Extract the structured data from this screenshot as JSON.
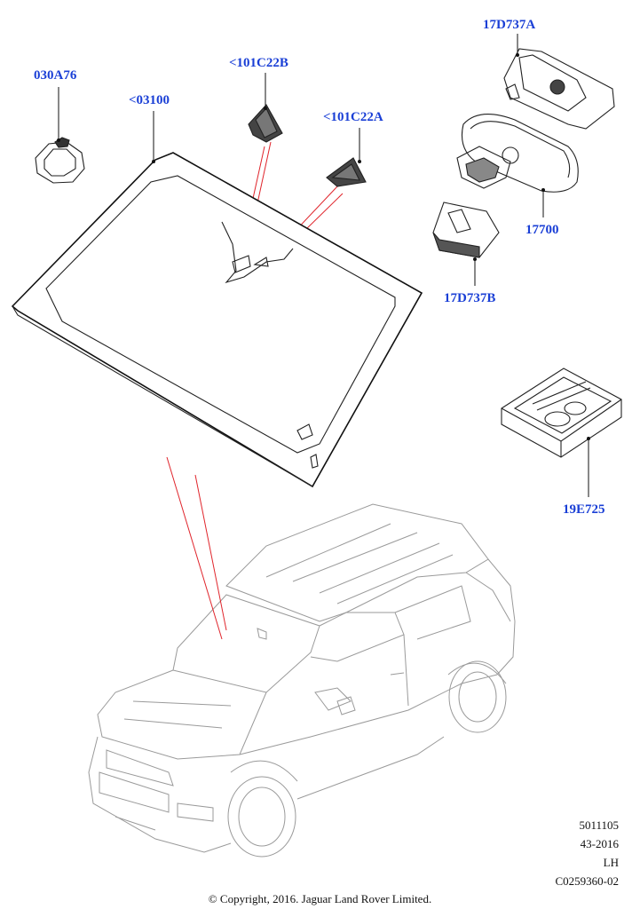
{
  "labels": {
    "sensor_pad": "030A76",
    "windscreen": "<03100",
    "trim_left": "<101C22B",
    "trim_right": "<101C22A",
    "mirror_cover_upper": "17D737A",
    "mirror": "17700",
    "mirror_cover_lower": "17D737B",
    "repair_kit": "19E725"
  },
  "reference": {
    "line1": "5011105",
    "line2": "43-2016",
    "line3": "LH",
    "line4": "C0259360-02"
  },
  "copyright": "© Copyright, 2016. Jaguar Land Rover Limited.",
  "colors": {
    "label": "#1a3fd6",
    "callout_line": "#e0242b",
    "car_outline": "#9a9a9a"
  }
}
